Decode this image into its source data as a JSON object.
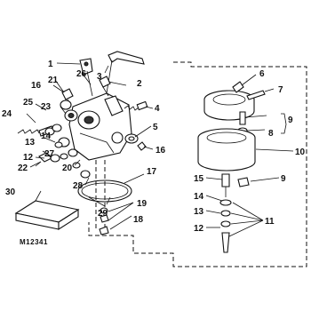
{
  "figure_ref": "M12341",
  "callouts": {
    "c1": "1",
    "c2": "2",
    "c3": "3",
    "c4": "4",
    "c5": "5",
    "c6": "6",
    "c7": "7",
    "c8": "8",
    "c9a": "9",
    "c9b": "9",
    "c10": "10",
    "c11": "11",
    "c12a": "12",
    "c12b": "12",
    "c13a": "13",
    "c13b": "13",
    "c14a": "14",
    "c14b": "14",
    "c15": "15",
    "c16a": "16",
    "c16b": "16",
    "c17": "17",
    "c18": "18",
    "c19": "19",
    "c20": "20",
    "c21": "21",
    "c22": "22",
    "c23": "23",
    "c24": "24",
    "c25": "25",
    "c26": "26",
    "c27": "27",
    "c28": "28",
    "c29": "29",
    "c30": "30"
  }
}
